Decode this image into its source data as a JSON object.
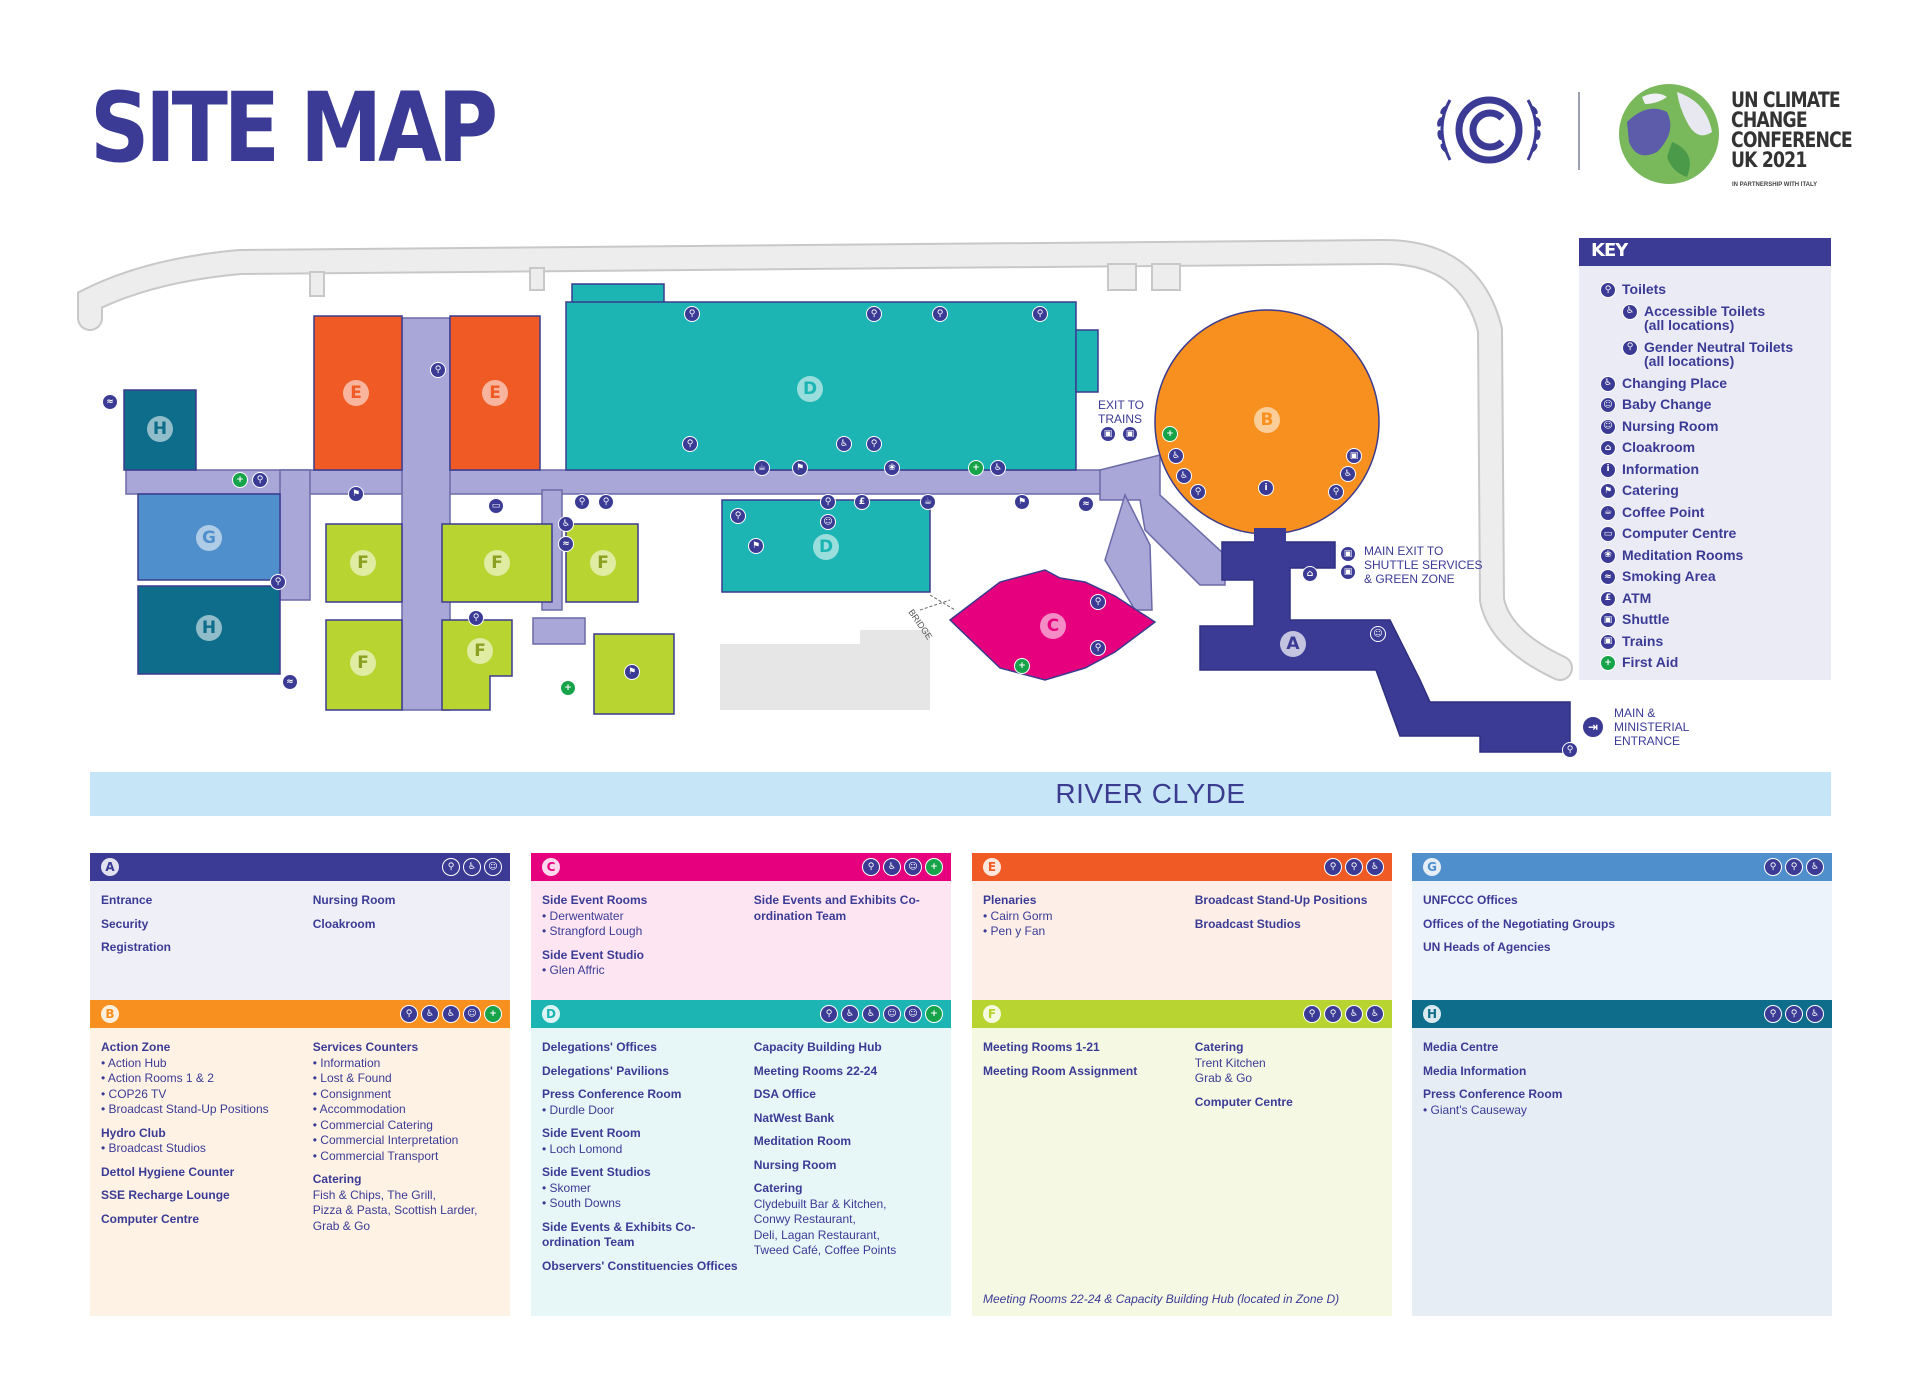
{
  "header": {
    "title": "SITE MAP",
    "brand": [
      "UN CLIMATE",
      "CHANGE",
      "CONFERENCE",
      "UK 2021"
    ],
    "brand_sub": "IN PARTNERSHIP WITH ITALY"
  },
  "map": {
    "zones": {
      "a": "A",
      "b": "B",
      "c": "C",
      "d": "D",
      "e": "E",
      "f": "F",
      "g": "G",
      "h": "H"
    },
    "exit_trains": [
      "EXIT TO",
      "TRAINS"
    ],
    "main_exit": [
      "MAIN EXIT TO",
      "SHUTTLE SERVICES",
      "& GREEN ZONE"
    ],
    "main_entrance": [
      "MAIN &",
      "MINISTERIAL",
      "ENTRANCE"
    ],
    "bridge": "BRIDGE",
    "river": "RIVER CLYDE"
  },
  "key": {
    "title": "KEY",
    "items": [
      {
        "label": "Toilets",
        "icon": "toilets-icon",
        "glyph": "⚲"
      },
      {
        "label": "Accessible Toilets",
        "sub": "(all locations)",
        "icon": "accessible-toilets-icon",
        "glyph": "♿"
      },
      {
        "label": "Gender Neutral Toilets",
        "sub": "(all locations)",
        "icon": "gender-neutral-toilets-icon",
        "glyph": "⚲"
      },
      {
        "label": "Changing Place",
        "icon": "changing-place-icon",
        "glyph": "♿"
      },
      {
        "label": "Baby Change",
        "icon": "baby-change-icon",
        "glyph": "☺"
      },
      {
        "label": "Nursing Room",
        "icon": "nursing-room-icon",
        "glyph": "☺"
      },
      {
        "label": "Cloakroom",
        "icon": "cloakroom-icon",
        "glyph": "⌂"
      },
      {
        "label": "Information",
        "icon": "information-icon",
        "glyph": "i"
      },
      {
        "label": "Catering",
        "icon": "catering-icon",
        "glyph": "⚑"
      },
      {
        "label": "Coffee Point",
        "icon": "coffee-point-icon",
        "glyph": "☕"
      },
      {
        "label": "Computer Centre",
        "icon": "computer-centre-icon",
        "glyph": "▭"
      },
      {
        "label": "Meditation Rooms",
        "icon": "meditation-rooms-icon",
        "glyph": "❀"
      },
      {
        "label": "Smoking Area",
        "icon": "smoking-area-icon",
        "glyph": "≈"
      },
      {
        "label": "ATM",
        "icon": "atm-icon",
        "glyph": "£"
      },
      {
        "label": "Shuttle",
        "icon": "shuttle-icon",
        "glyph": "▣"
      },
      {
        "label": "Trains",
        "icon": "trains-icon",
        "glyph": "▣"
      },
      {
        "label": "First Aid",
        "icon": "first-aid-icon",
        "glyph": "+"
      }
    ]
  },
  "colors": {
    "navy": "#3b3b96",
    "zone_a": "#3b3b96",
    "zone_b": "#f7901e",
    "zone_c": "#e6007e",
    "zone_d": "#1db5b3",
    "zone_e": "#f05a24",
    "zone_f": "#b8d430",
    "zone_g": "#4f8fcb",
    "zone_h": "#0d6d8a",
    "corridor": "#a9a7d8",
    "road": "#e8e8e8"
  },
  "cards": [
    {
      "letter": "A",
      "color": "#3b3b96",
      "bg": "#efeff7",
      "icons": [
        "toilets-icon",
        "accessible-toilets-icon",
        "nursing-room-icon"
      ],
      "col1": [
        {
          "h": "Entrance"
        },
        {
          "h": "Security"
        },
        {
          "h": "Registration"
        }
      ],
      "col2": [
        {
          "h": "Nursing Room"
        },
        {
          "h": "Cloakroom"
        }
      ]
    },
    {
      "letter": "C",
      "color": "#e6007e",
      "bg": "#fde6f1",
      "icons": [
        "toilets-icon",
        "accessible-toilets-icon",
        "baby-change-icon",
        "first-aid-icon"
      ],
      "col1": [
        {
          "h": "Side Event Rooms",
          "items": [
            "• Derwentwater",
            "• Strangford Lough"
          ]
        },
        {
          "h": "Side Event Studio",
          "items": [
            "• Glen Affric"
          ]
        }
      ],
      "col2": [
        {
          "h": "Side Events and Exhibits Co-ordination Team"
        }
      ]
    },
    {
      "letter": "E",
      "color": "#f05a24",
      "bg": "#fdefe7",
      "icons": [
        "toilets-icon",
        "gender-neutral-toilets-icon",
        "accessible-toilets-icon"
      ],
      "col1": [
        {
          "h": "Plenaries",
          "items": [
            "• Cairn Gorm",
            "• Pen y Fan"
          ]
        }
      ],
      "col2": [
        {
          "h": "Broadcast Stand-Up Positions"
        },
        {
          "h": "Broadcast Studios"
        }
      ]
    },
    {
      "letter": "G",
      "color": "#4f8fcb",
      "bg": "#ecf3fa",
      "icons": [
        "toilets-icon",
        "gender-neutral-toilets-icon",
        "accessible-toilets-icon"
      ],
      "col1": [
        {
          "h": "UNFCCC Offices"
        },
        {
          "h": "Offices of the Negotiating Groups"
        },
        {
          "h": "UN Heads of Agencies"
        }
      ],
      "col2": []
    },
    {
      "letter": "B",
      "color": "#f7901e",
      "bg": "#fef2e4",
      "icons": [
        "toilets-icon",
        "accessible-toilets-icon",
        "changing-place-icon",
        "baby-change-icon",
        "first-aid-icon"
      ],
      "col1": [
        {
          "h": "Action Zone",
          "items": [
            "• Action Hub",
            "• Action Rooms 1 & 2",
            "• COP26 TV",
            "• Broadcast Stand-Up Positions"
          ]
        },
        {
          "h": "Hydro Club",
          "items": [
            "• Broadcast Studios"
          ]
        },
        {
          "h": "Dettol Hygiene Counter"
        },
        {
          "h": "SSE Recharge Lounge"
        },
        {
          "h": "Computer Centre"
        }
      ],
      "col2": [
        {
          "h": "Services Counters",
          "items": [
            "• Information",
            "• Lost & Found",
            "• Consignment",
            "• Accommodation",
            "• Commercial Catering",
            "• Commercial Interpretation",
            "• Commercial Transport"
          ]
        },
        {
          "h": "Catering",
          "items": [
            "Fish & Chips, The Grill,",
            "Pizza & Pasta, Scottish Larder,",
            "Grab & Go"
          ]
        }
      ]
    },
    {
      "letter": "D",
      "color": "#1db5b3",
      "bg": "#e7f6f6",
      "icons": [
        "toilets-icon",
        "accessible-toilets-icon",
        "changing-place-icon",
        "baby-change-icon",
        "nursing-room-icon",
        "first-aid-icon"
      ],
      "col1": [
        {
          "h": "Delegations' Offices"
        },
        {
          "h": "Delegations' Pavilions"
        },
        {
          "h": "Press Conference Room",
          "items": [
            "• Durdle Door"
          ]
        },
        {
          "h": "Side Event Room",
          "items": [
            "• Loch Lomond"
          ]
        },
        {
          "h": "Side Event Studios",
          "items": [
            "• Skomer",
            "• South Downs"
          ]
        },
        {
          "h": "Side Events & Exhibits Co-ordination Team"
        },
        {
          "h": "Observers' Constituencies Offices"
        }
      ],
      "col2": [
        {
          "h": "Capacity Building Hub"
        },
        {
          "h": "Meeting Rooms 22-24"
        },
        {
          "h": "DSA Office"
        },
        {
          "h": "NatWest Bank"
        },
        {
          "h": "Meditation Room"
        },
        {
          "h": "Nursing Room"
        },
        {
          "h": "Catering",
          "items": [
            "Clydebuilt Bar & Kitchen,",
            "Conwy Restaurant,",
            "Deli, Lagan Restaurant,",
            "Tweed Café, Coffee Points"
          ]
        }
      ]
    },
    {
      "letter": "F",
      "color": "#b8d430",
      "bg": "#f5f9e4",
      "icons": [
        "toilets-icon",
        "gender-neutral-toilets-icon",
        "accessible-toilets-icon",
        "changing-place-icon"
      ],
      "col1": [
        {
          "h": "Meeting Rooms 1-21"
        },
        {
          "h": "Meeting Room Assignment"
        }
      ],
      "col2": [
        {
          "h": "Catering",
          "items": [
            "Trent Kitchen",
            "Grab & Go"
          ]
        },
        {
          "h": "Computer Centre"
        }
      ],
      "note": "Meeting Rooms 22-24 & Capacity Building Hub (located in Zone D)"
    },
    {
      "letter": "H",
      "color": "#0d6d8a",
      "bg": "#e6edf5",
      "icons": [
        "toilets-icon",
        "gender-neutral-toilets-icon",
        "accessible-toilets-icon"
      ],
      "col1": [
        {
          "h": "Media Centre"
        },
        {
          "h": "Media Information"
        },
        {
          "h": "Press Conference Room",
          "items": [
            "• Giant's Causeway"
          ]
        }
      ],
      "col2": []
    }
  ]
}
